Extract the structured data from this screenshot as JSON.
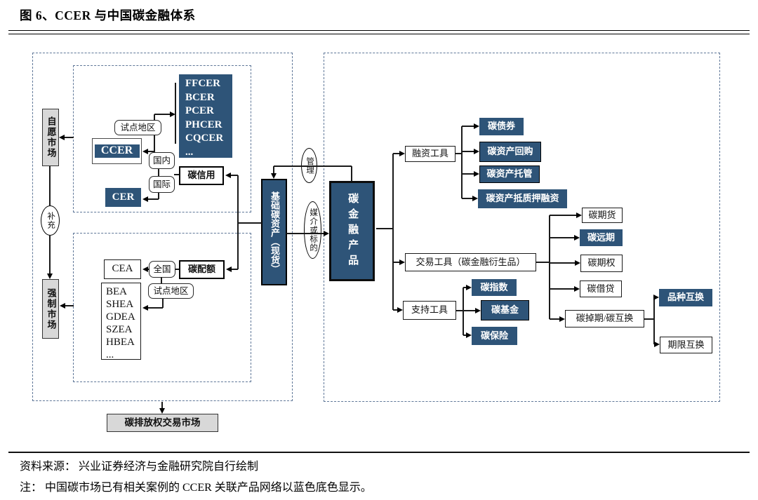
{
  "title": "图 6、CCER 与中国碳金融体系",
  "colors": {
    "node_blue": "#2E5478",
    "node_gray": "#D8D8D8",
    "dashed_border": "#5F7798"
  },
  "markets": {
    "voluntary": "自愿市场",
    "supplement": "补充",
    "mandatory": "强制市场",
    "trading_market": "碳排放权交易市场"
  },
  "credit_group": {
    "pilot_region": "试点地区",
    "ffcer_list": "FFCER\nBCER\nPCER\nPHCER\nCQCER\n...",
    "ccer": "CCER",
    "domestic": "国内",
    "international": "国际",
    "carbon_credit": "碳信用",
    "cer": "CER"
  },
  "quota_group": {
    "cea": "CEA",
    "national": "全国",
    "carbon_quota": "碳配额",
    "pilot_region": "试点地区",
    "allowance_list": "BEA\nSHEA\nGDEA\nSZEA\nHBEA\n..."
  },
  "center": {
    "base_asset": "基础碳资产（现货）",
    "manage": "管理",
    "medium": "媒介或标的",
    "products": "碳金融产品"
  },
  "financing": {
    "label": "融资工具",
    "bond": "碳债券",
    "repo": "碳资产回购",
    "custody": "碳资产托管",
    "pledge": "碳资产抵质押融资"
  },
  "trading": {
    "label": "交易工具（碳金融衍生品）",
    "futures": "碳期货",
    "forward": "碳远期",
    "option": "碳期权",
    "lending": "碳借贷",
    "swap": "碳掉期/碳互换",
    "variety_swap": "品种互换",
    "term_swap": "期限互换"
  },
  "support": {
    "label": "支持工具",
    "index": "碳指数",
    "fund": "碳基金",
    "insurance": "碳保险"
  },
  "footer": {
    "source": "资料来源： 兴业证券经济与金融研究院自行绘制",
    "note": "注： 中国碳市场已有相关案例的 CCER 关联产品网络以蓝色底色显示。"
  }
}
